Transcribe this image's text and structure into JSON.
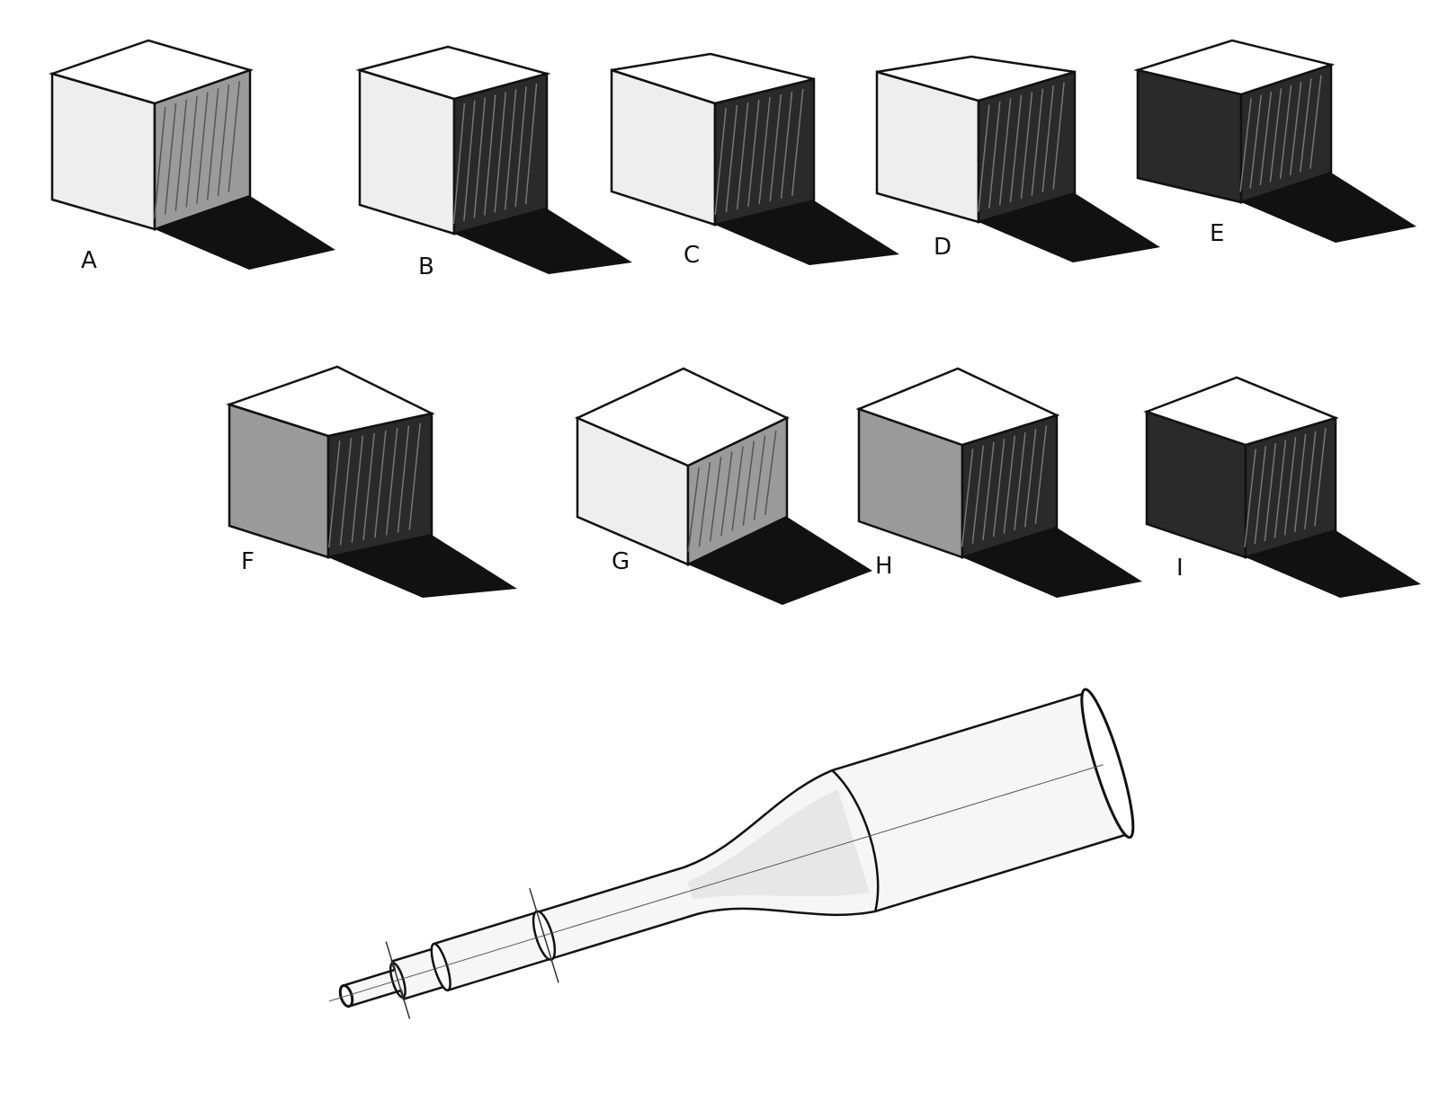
{
  "cubes": [
    {
      "label": "A",
      "front_tone": "light",
      "side_tone": "medium"
    },
    {
      "label": "B",
      "front_tone": "light",
      "side_tone": "dark"
    },
    {
      "label": "C",
      "front_tone": "light",
      "side_tone": "dark"
    },
    {
      "label": "D",
      "front_tone": "light",
      "side_tone": "dark"
    },
    {
      "label": "E",
      "front_tone": "dark",
      "side_tone": "dark"
    },
    {
      "label": "F",
      "front_tone": "medium",
      "side_tone": "dark"
    },
    {
      "label": "G",
      "front_tone": "light",
      "side_tone": "medium"
    },
    {
      "label": "H",
      "front_tone": "medium",
      "side_tone": "dark"
    },
    {
      "label": "I",
      "front_tone": "dark",
      "side_tone": "dark"
    }
  ],
  "bottle": {
    "subject": "bottle"
  },
  "colors": {
    "ink": "#111111",
    "paper": "#ffffff"
  }
}
